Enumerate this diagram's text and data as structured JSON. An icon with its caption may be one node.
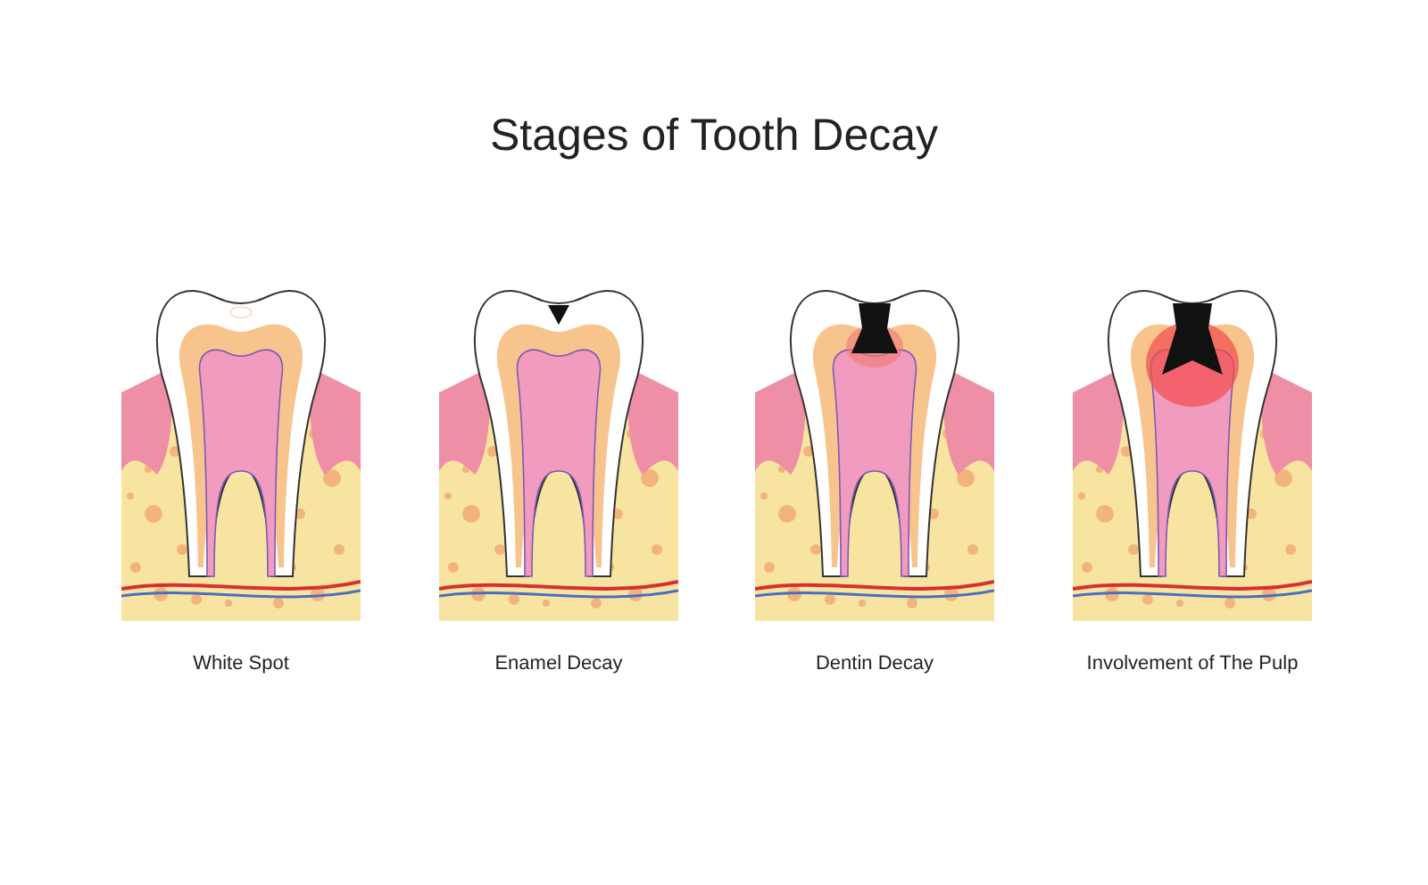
{
  "diagram": {
    "title": "Stages of Tooth Decay",
    "labels": [
      "White Spot",
      "Enamel Decay",
      "Dentin Decay",
      "Involvement of The Pulp"
    ]
  }
}
